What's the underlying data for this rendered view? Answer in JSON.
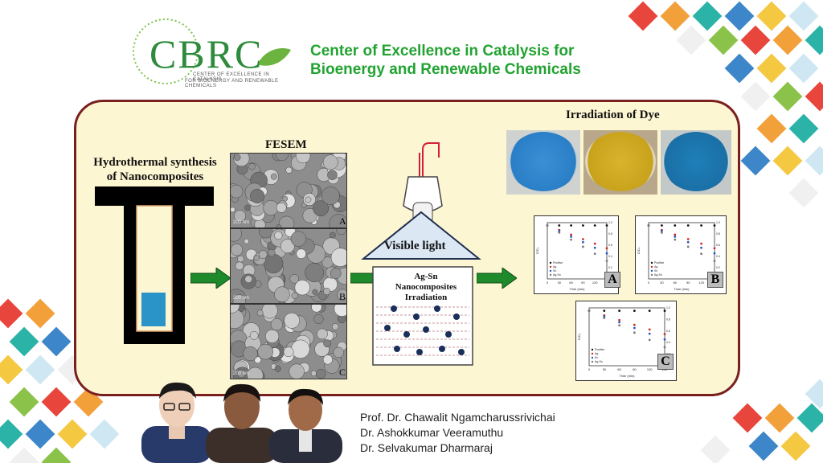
{
  "header": {
    "logo_text": "CBRC",
    "logo_subtitle_1": "CENTER OF EXCELLENCE IN CATALYSIS",
    "logo_subtitle_2": "FOR BIOENERGY AND RENEWABLE CHEMICALS",
    "title_line_1": "Center of Excellence in Catalysis for",
    "title_line_2": "Bioenergy and Renewable Chemicals"
  },
  "diagram": {
    "hydrothermal_title_1": "Hydrothermal synthesis",
    "hydrothermal_title_2": "of Nanocomposites",
    "fesem_title": "FESEM",
    "fesem_panels": [
      "A",
      "B",
      "C"
    ],
    "scale_label": "200 nm",
    "lamp_label": "Visible light",
    "beaker_label_1": "Ag-Sn",
    "beaker_label_2": "Nanocomposites",
    "beaker_label_3": "Irradiation",
    "irradiation_title": "Irradiation of Dye",
    "plot_labels": [
      "A",
      "B",
      "C"
    ],
    "plot_xlabel": "Time (min)",
    "plot_ylabel": "C/C₀",
    "plot_legend": [
      "Positive",
      "Ag",
      "Sn",
      "Ag-Sn"
    ],
    "plot_xticks": [
      "0",
      "30",
      "60",
      "90",
      "120",
      "150"
    ],
    "plot_yticks": [
      "0.2",
      "0.4",
      "0.6",
      "0.8",
      "1.0"
    ]
  },
  "credits": {
    "names": [
      "Prof. Dr. Chawalit Ngamcharussrivichai",
      "Dr. Ashokkumar Veeramuthu",
      "Dr. Selvakumar Dharmaraj"
    ]
  },
  "colors": {
    "panel_bg": "#fdf6d2",
    "panel_border": "#7a1f1f",
    "arrow_green": "#1f8a2b",
    "title_green": "#22a331"
  }
}
